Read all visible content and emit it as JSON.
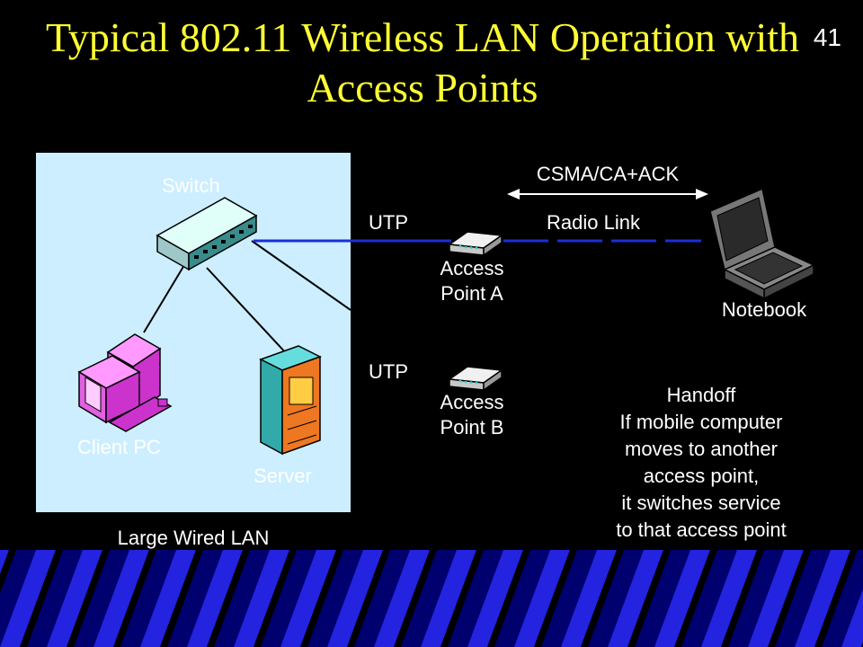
{
  "title": "Typical 802.11 Wireless LAN Operation with Access Points",
  "page_number": "41",
  "labels": {
    "switch": "Switch",
    "client_pc": "Client PC",
    "server": "Server",
    "large_wired_lan": "Large Wired LAN",
    "utp_a": "UTP",
    "utp_b": "UTP",
    "csma": "CSMA/CA+ACK",
    "radio_link": "Radio Link",
    "access_point_a": [
      "Access",
      "Point A"
    ],
    "access_point_b": [
      "Access",
      "Point B"
    ],
    "notebook": "Notebook",
    "handoff": [
      "Handoff",
      "If mobile computer",
      "moves to another",
      "access point,",
      "it switches service",
      "to that access point"
    ]
  },
  "colors": {
    "title": "#ffff33",
    "background": "#000000",
    "lan_box": "#cceeff",
    "utp_line": "#1a2fd6",
    "stripe_dark": "#00006e",
    "stripe_blue": "#2323e0"
  }
}
